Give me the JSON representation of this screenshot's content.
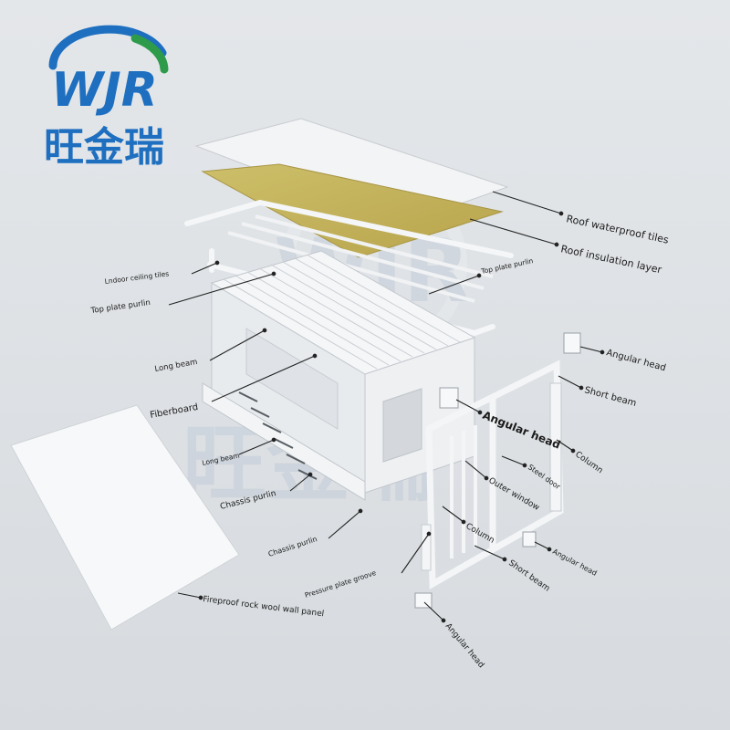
{
  "brand": {
    "logo_letters": "WJR",
    "chinese_name": "旺金瑞",
    "watermark_letters": "WJR",
    "watermark_chinese": "旺金瑞",
    "blue": "#1e6fc0",
    "green": "#2e9b4a"
  },
  "labels": {
    "roof_waterproof_tiles": "Roof waterproof tiles",
    "roof_insulation_layer": "Roof insulation layer",
    "indoor_ceiling_tiles": "Lndoor ceiling tiles",
    "top_plate_purlin_left": "Top plate purlin",
    "top_plate_purlin_right": "Top plate purlin",
    "long_beam_upper": "Long beam",
    "fiberboard": "Fiberboard",
    "long_beam_lower": "Long beam",
    "chassis_purlin_upper": "Chassis purlin",
    "chassis_purlin_lower": "Chassis purlin",
    "pressure_plate_groove": "Pressure plate groove",
    "fireproof_panel": "Fireproof rock wool wall panel",
    "angular_head_top": "Angular head",
    "short_beam_top": "Short beam",
    "angular_head_center": "Angular head",
    "column_right": "Column",
    "steel_door": "Steel door",
    "outer_window": "Outer window",
    "column_mid": "Column",
    "angular_head_mid": "Angular head",
    "short_beam_bottom": "Short beam",
    "angular_head_bottom": "Angular head"
  }
}
